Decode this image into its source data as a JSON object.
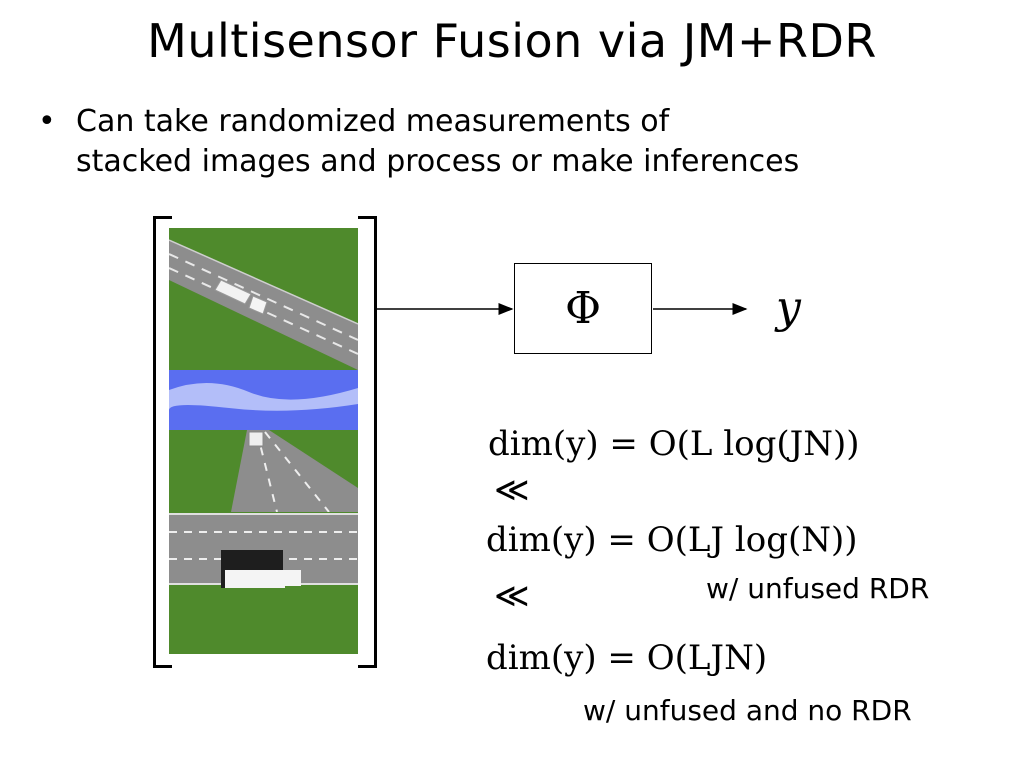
{
  "slide": {
    "title": "Multisensor Fusion via JM+RDR",
    "bullet_marker": "•",
    "bullet_text_line1": "Can take randomized measurements of",
    "bullet_text_line2": "stacked images and process or make inferences"
  },
  "diagram": {
    "operator_symbol": "Φ",
    "output_symbol": "y",
    "frames": [
      "oblique-view-truck-on-highway",
      "driver-view-highway-with-sky",
      "top-down-view-truck-on-highway"
    ]
  },
  "equations": {
    "eq1": "dim(y) = O(L log(JN))",
    "rel1": "≪",
    "eq2": "dim(y) = O(LJ log(N))",
    "rel2": "≪",
    "note2": "w/ unfused RDR",
    "eq3": "dim(y) = O(LJN)",
    "note3": "w/ unfused and no RDR"
  },
  "colors": {
    "grass": "#4f8a2c",
    "road": "#8d8d8d",
    "sky": "#5a6ef0"
  }
}
